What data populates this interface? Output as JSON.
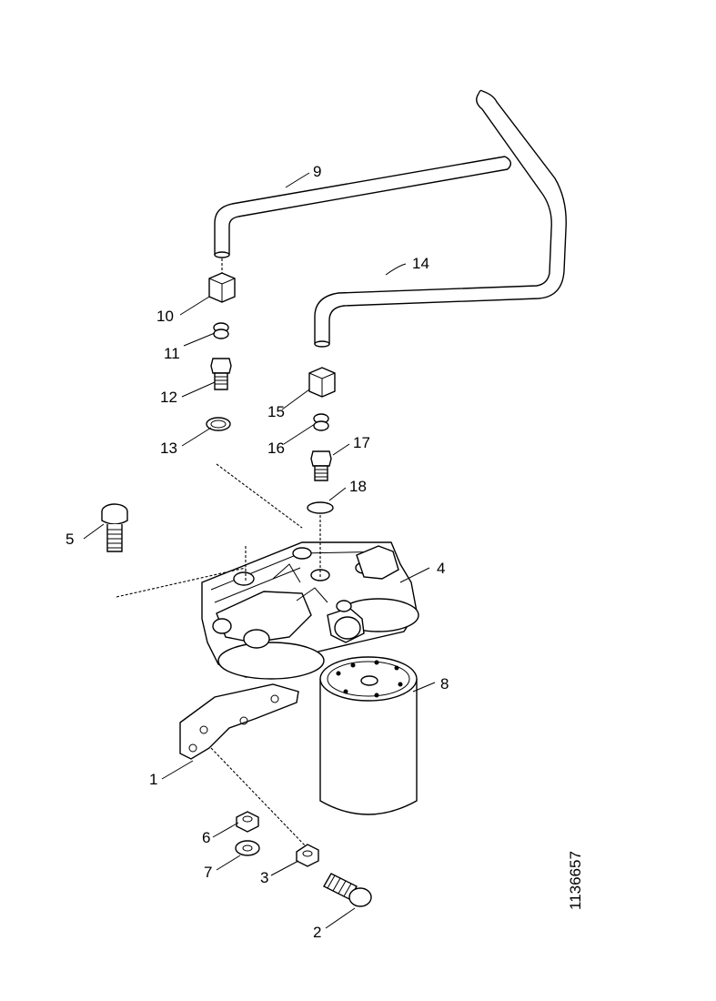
{
  "drawing_number": "1136657",
  "callouts": {
    "c1": "1",
    "c2": "2",
    "c3": "3",
    "c4": "4",
    "c5": "5",
    "c6": "6",
    "c7": "7",
    "c8": "8",
    "c9": "9",
    "c10": "10",
    "c11": "11",
    "c12": "12",
    "c13": "13",
    "c14": "14",
    "c15": "15",
    "c16": "16",
    "c17": "17",
    "c18": "18"
  }
}
